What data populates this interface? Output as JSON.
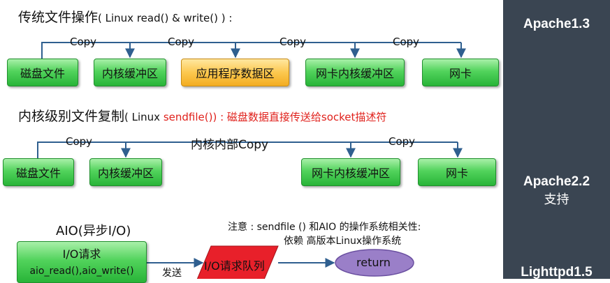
{
  "section1": {
    "title_main": "传统文件操作",
    "title_paren": "( Linux read() & write() ) :",
    "boxes": [
      "磁盘文件",
      "内核缓冲区",
      "应用程序数据区",
      "网卡内核缓冲区",
      "网卡"
    ],
    "copy_labels": [
      "Copy",
      "Copy",
      "Copy",
      "Copy"
    ]
  },
  "section2": {
    "title_main": "内核级别文件复制",
    "title_paren_open": "( Linux ",
    "title_red": "sendfile()) : 磁盘数据直接传送给socket描述符",
    "boxes": [
      "磁盘文件",
      "内核缓冲区",
      "网卡内核缓冲区",
      "网卡"
    ],
    "copy_labels": [
      "Copy",
      "内核内部Copy",
      "Copy"
    ]
  },
  "section3": {
    "title": "AIO(异步I/O)",
    "request_box_title": "I/O请求",
    "request_box_sub": "aio_read(),aio_write()",
    "send_label": "发送",
    "queue_label": "I/O请求队列",
    "return_label": "return",
    "note_line1": "注意 : sendfile () 和AIO 的操作系统相关性:",
    "note_line2": "依赖 高版本Linux操作系统"
  },
  "sidebar": {
    "item1": "Apache1.3",
    "item2": "Apache2.2",
    "item2_sub": "支持",
    "item3": "Lighttpd1.5"
  },
  "colors": {
    "box_green": "#52d35c",
    "box_orange": "#fcc84f",
    "queue_red": "#e8202a",
    "return_purple": "#9a7fc8",
    "connector_blue": "#2f5f8f",
    "sidebar_bg": "#3a4552",
    "note_red": "#e0201b"
  }
}
